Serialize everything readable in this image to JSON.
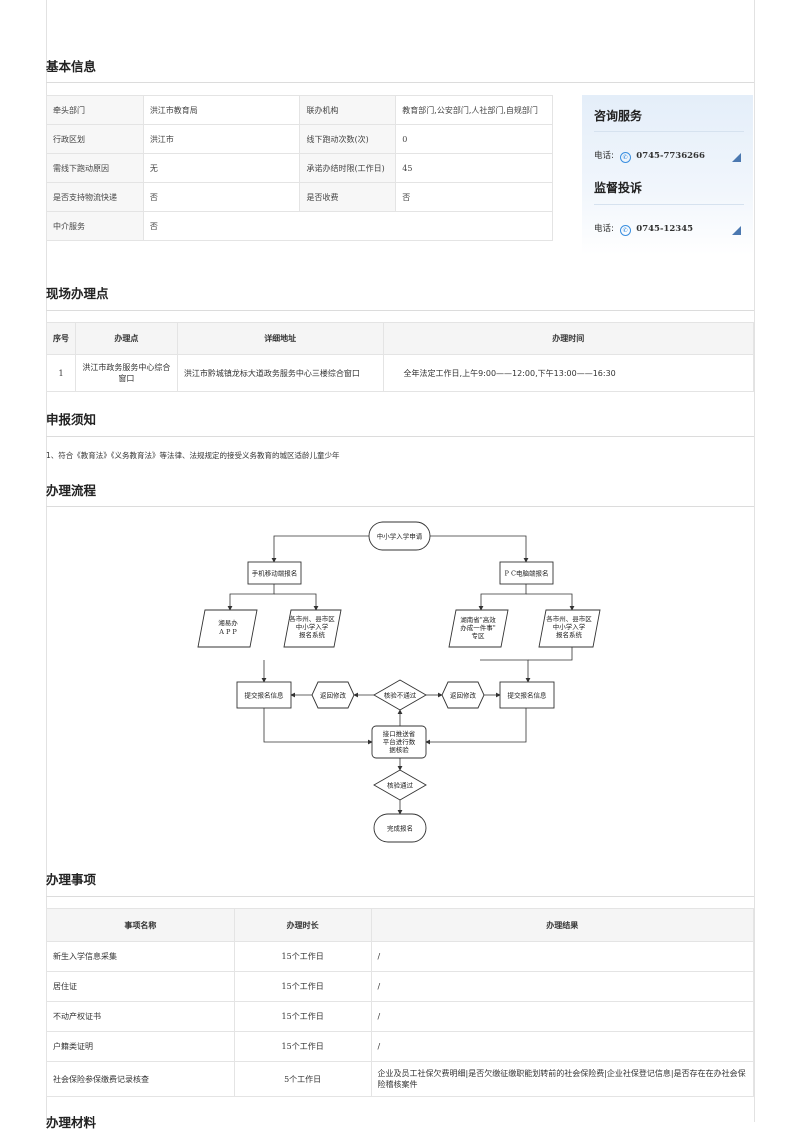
{
  "basic": {
    "title": "基本信息",
    "rows": [
      {
        "k1": "牵头部门",
        "v1": "洪江市教育局",
        "k2": "联办机构",
        "v2": "教育部门,公安部门,人社部门,自规部门"
      },
      {
        "k1": "行政区划",
        "v1": "洪江市",
        "k2": "线下跑动次数(次)",
        "v2": "0"
      },
      {
        "k1": "需线下跑动原因",
        "v1": "无",
        "k2": "承诺办结时限(工作日)",
        "v2": "45"
      },
      {
        "k1": "是否支持物流快递",
        "v1": "否",
        "k2": "是否收费",
        "v2": "否"
      },
      {
        "k1": "中介服务",
        "v1": "否"
      }
    ]
  },
  "side": {
    "consult_title": "咨询服务",
    "consult_label": "电话:",
    "consult_phone": "0745-7736266",
    "complain_title": "监督投诉",
    "complain_label": "电话:",
    "complain_phone": "0745-12345",
    "icon_color": "#3b8fe0"
  },
  "site": {
    "title": "现场办理点",
    "headers": [
      "序号",
      "办理点",
      "详细地址",
      "办理时间"
    ],
    "rows": [
      [
        "1",
        "洪江市政务服务中心综合窗口",
        "洪江市黔城镇龙标大道政务服务中心三楼综合窗口",
        "全年法定工作日,上午9:00——12:00,下午13:00——16:30"
      ]
    ]
  },
  "notice": {
    "title": "申报须知",
    "text": "1、符合《教育法》《义务教育法》等法律、法规规定的接受义务教育的城区适龄儿童少年"
  },
  "process": {
    "title": "办理流程",
    "nodes": {
      "start": "中小学入学申请",
      "mobile": "手机移动端报名",
      "pc": "P C电脑端报名",
      "app1": "湘易办",
      "app2": "A P P",
      "city1": "各市州、县市区",
      "city2": "中小学入学",
      "city3": "报名系统",
      "hunan1": "湖南省\"高效",
      "hunan2": "办成一件事\"",
      "hunan3": "专区",
      "city_b1": "各市州、县市区",
      "city_b2": "中小学入学",
      "city_b3": "报名系统",
      "submit_left": "提交报名信息",
      "return_left": "返回修改",
      "fail": "核验不通过",
      "return_right": "返回修改",
      "submit_right": "提交报名信息",
      "verify1": "接口推送省",
      "verify2": "平台进行数",
      "verify3": "据核验",
      "pass": "核验通过",
      "done": "完成报名"
    }
  },
  "items": {
    "title": "办理事项",
    "headers": [
      "事项名称",
      "办理时长",
      "办理结果"
    ],
    "rows": [
      [
        "新生入学信息采集",
        "15个工作日",
        "/"
      ],
      [
        "居住证",
        "15个工作日",
        "/"
      ],
      [
        "不动产权证书",
        "15个工作日",
        "/"
      ],
      [
        "户籍类证明",
        "15个工作日",
        "/"
      ],
      [
        "社会保险参保缴费记录核查",
        "5个工作日",
        "企业及员工社保欠费明细|是否欠缴征缴职能划转前的社会保险费|企业社保登记信息|是否存在在办社会保险稽核案件"
      ]
    ]
  },
  "materials": {
    "title": "办理材料"
  }
}
